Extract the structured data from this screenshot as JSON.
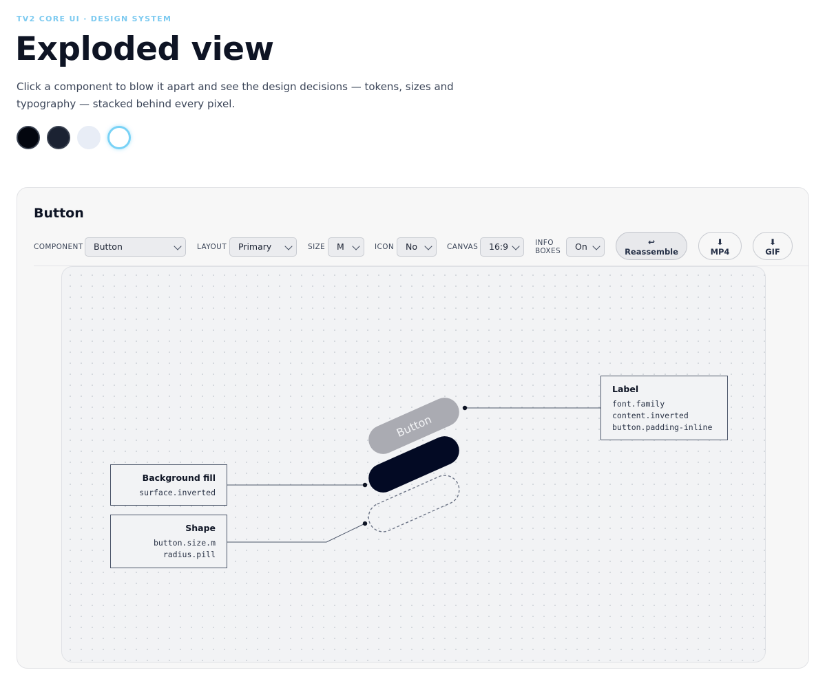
{
  "header": {
    "eyebrow": "TV2 CORE UI · DESIGN SYSTEM",
    "title": "Exploded view",
    "subtitle": "Click a component to blow it apart and see the design decisions — tokens, sizes and typography — stacked behind every pixel."
  },
  "swatches": [
    {
      "name": "black",
      "color": "#03060f"
    },
    {
      "name": "dark-navy",
      "color": "#1b2232"
    },
    {
      "name": "light",
      "color": "#e8edf6"
    },
    {
      "name": "white-selected",
      "color": "#ffffff",
      "accent": "#79d2f6"
    }
  ],
  "card": {
    "title": "Button",
    "toolbar": {
      "component": {
        "label": "COMPONENT",
        "value": "Button"
      },
      "layout": {
        "label": "LAYOUT",
        "value": "Primary"
      },
      "size": {
        "label": "SIZE",
        "value": "M"
      },
      "icon": {
        "label": "ICON",
        "value": "No"
      },
      "canvas": {
        "label": "CANVAS",
        "value": "16:9"
      },
      "info_boxes": {
        "label_line1": "INFO",
        "label_line2": "BOXES",
        "value": "On"
      },
      "reassemble": {
        "icon": "↩",
        "label": "Reassemble"
      },
      "mp4": {
        "icon": "⬇",
        "label": "MP4"
      },
      "gif": {
        "icon": "⬇",
        "label": "GIF"
      }
    }
  },
  "exploded": {
    "layers": {
      "label_text": "Button",
      "label_color": "#aaabb2",
      "fill_color": "#030a24",
      "shape_stroke": "#6b7385"
    },
    "info_boxes": {
      "label": {
        "title": "Label",
        "tokens": [
          "font.family",
          "content.inverted",
          "button.padding-inline"
        ]
      },
      "background": {
        "title": "Background fill",
        "tokens": [
          "surface.inverted"
        ]
      },
      "shape": {
        "title": "Shape",
        "tokens": [
          "button.size.m",
          "radius.pill"
        ]
      }
    }
  }
}
